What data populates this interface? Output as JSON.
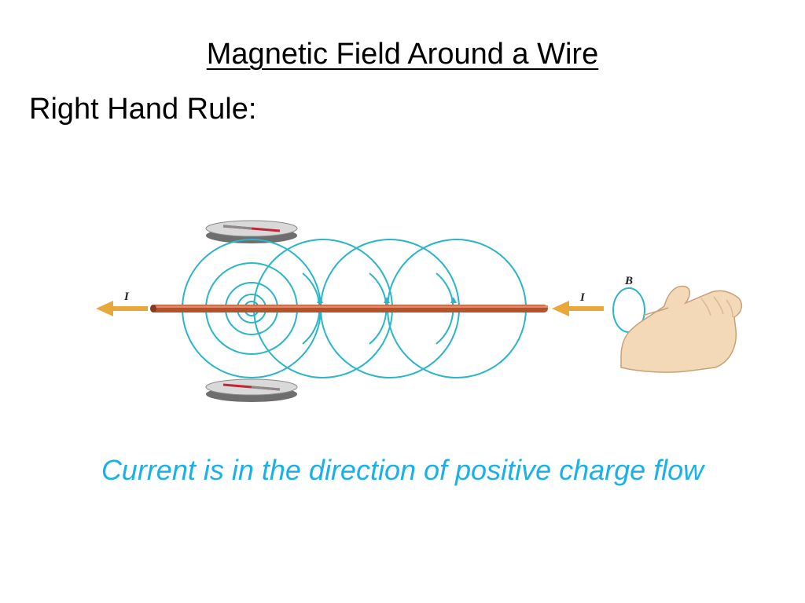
{
  "slide": {
    "title": "Magnetic Field Around a Wire",
    "subtitle": "Right Hand Rule:",
    "caption": "Current is in the direction of positive charge flow"
  },
  "diagram": {
    "current_label_left": "I",
    "current_label_right": "I",
    "field_label": "B",
    "colors": {
      "field_lines": "#2bb5c8",
      "wire": "#b5522c",
      "current_arrow": "#e8a83a",
      "caption": "#1ab0e8",
      "skin": "#f3d9b8"
    },
    "icons": [
      "compass-top-icon",
      "compass-bottom-icon",
      "right-hand-icon"
    ]
  }
}
